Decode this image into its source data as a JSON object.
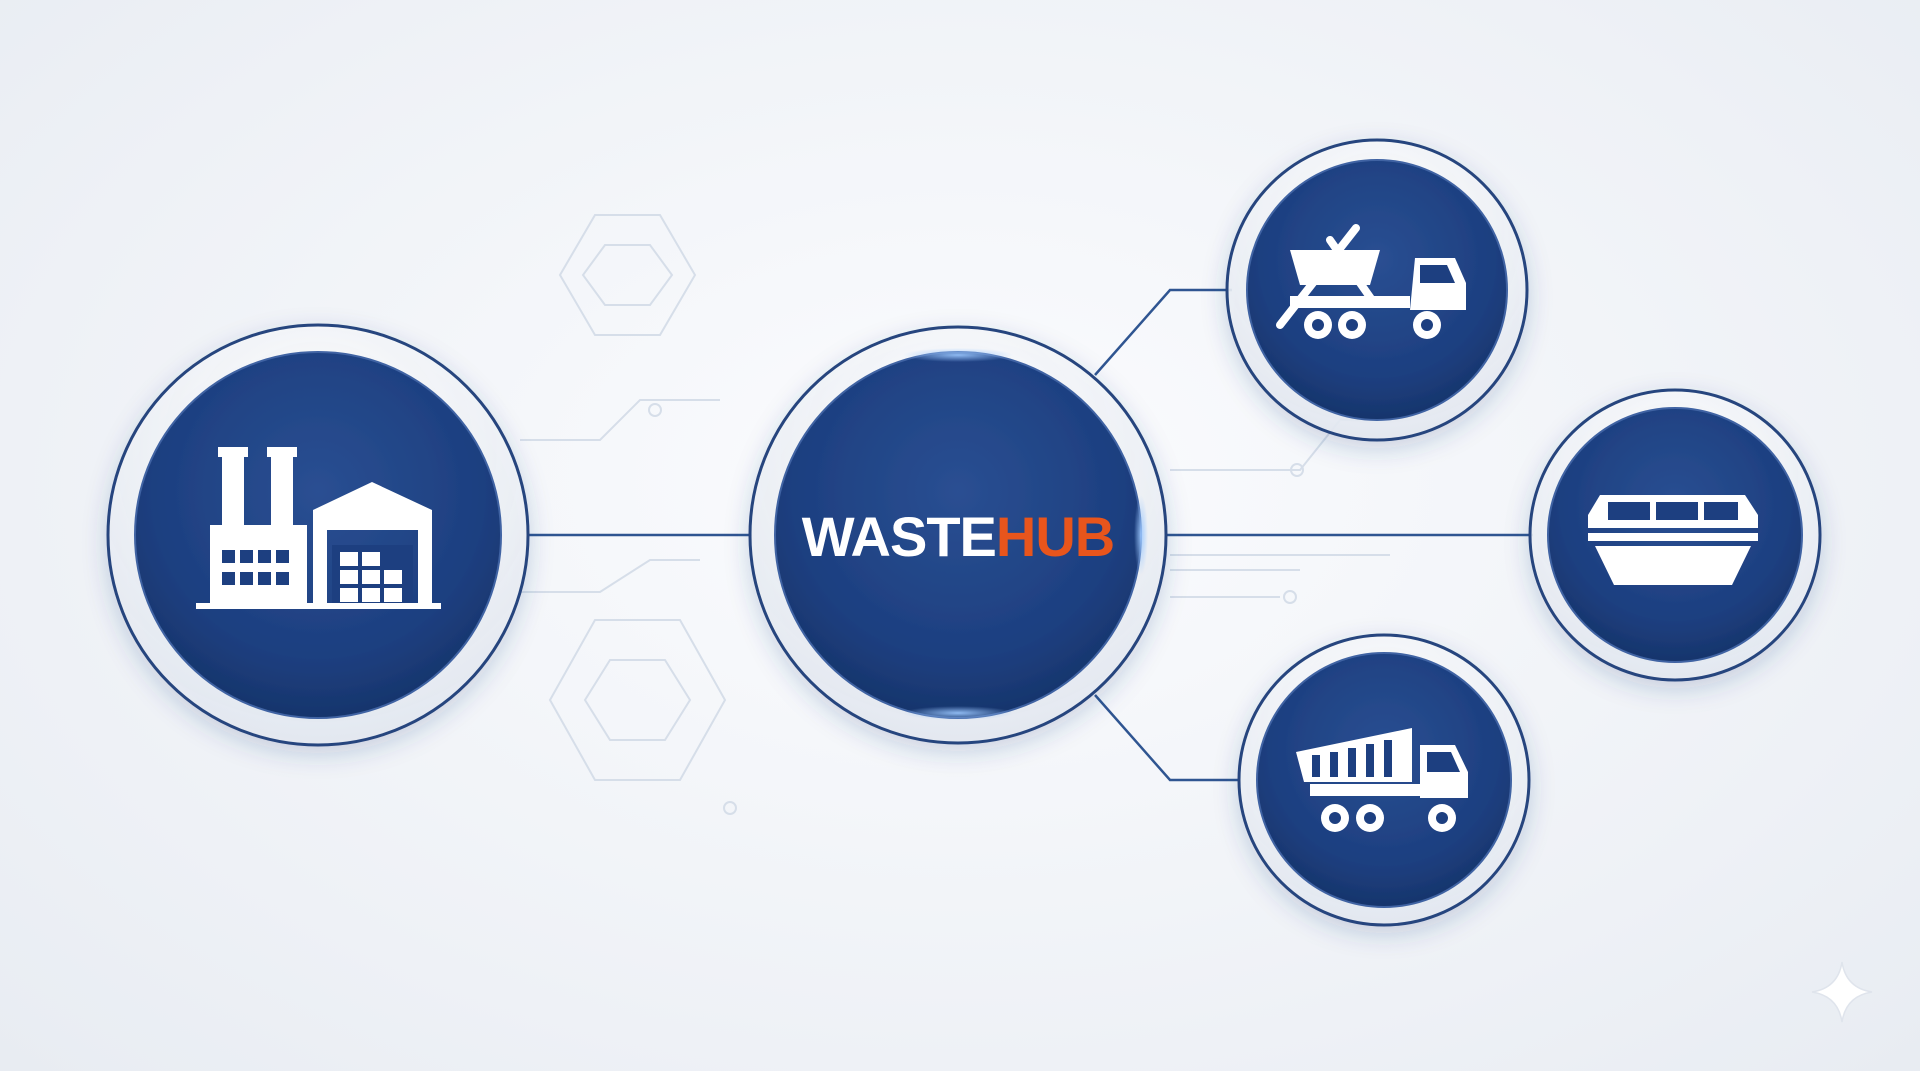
{
  "hub": {
    "label_part1": "WASTE",
    "label_part2": "HUB"
  },
  "nodes": [
    {
      "name": "factory-warehouse",
      "icon": "factory-warehouse-icon",
      "role": "source"
    },
    {
      "name": "hub",
      "icon": "none",
      "role": "center"
    },
    {
      "name": "skip-loader-truck",
      "icon": "skip-loader-truck-icon",
      "role": "destination"
    },
    {
      "name": "skip-container",
      "icon": "skip-container-icon",
      "role": "destination"
    },
    {
      "name": "dump-truck",
      "icon": "dump-truck-icon",
      "role": "destination"
    }
  ],
  "colors": {
    "node_fill": "#1d3f80",
    "node_fill_dark": "#163368",
    "ring": "#27457e",
    "connector": "#2f5591",
    "circuit_trace": "#d5dde8",
    "hub_text": "#ffffff",
    "hub_accent": "#e8551c",
    "icon": "#ffffff"
  }
}
